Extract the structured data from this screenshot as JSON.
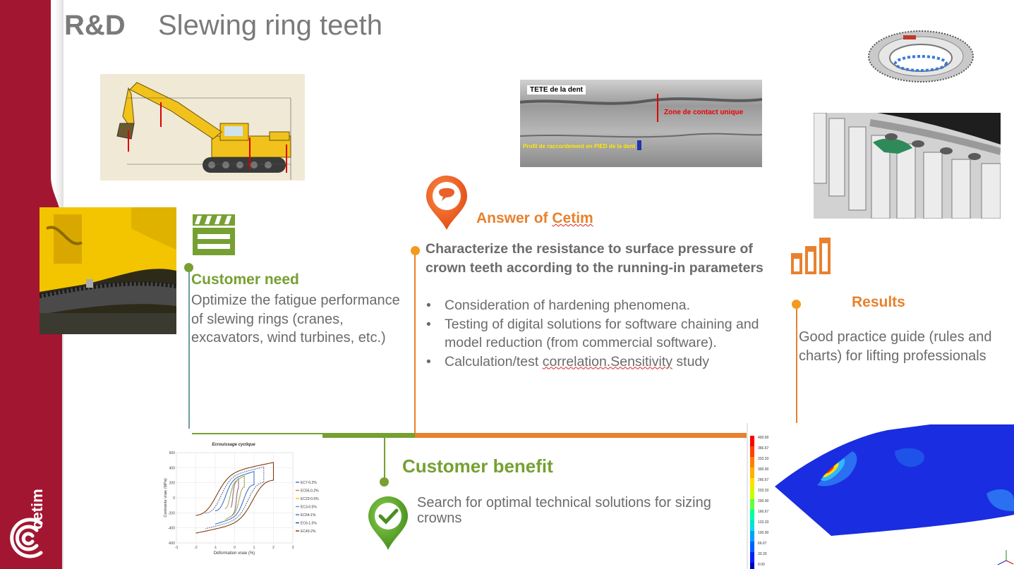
{
  "header": {
    "division": "R&D",
    "title": "Slewing ring teeth"
  },
  "brand": {
    "name": "cetim",
    "color": "#a31631"
  },
  "colors": {
    "green": "#76a032",
    "orange": "#e8812e",
    "grey_text": "#6b6b6b"
  },
  "customer_need": {
    "icon": "clapperboard-icon",
    "heading": "Customer need",
    "text": "Optimize the fatigue performance of slewing rings (cranes, excavators, wind turbines, etc.)"
  },
  "answer": {
    "icon": "speech-pin-icon",
    "heading_prefix": "Answer of ",
    "heading_brand": "Cetim",
    "lead": "Characterize the resistance to surface pressure of crown teeth according to the running-in parameters",
    "bullets": [
      "Consideration of hardening phenomena.",
      "Testing of digital solutions for software chaining and model reduction (from commercial software).",
      "Calculation/test "
    ],
    "bullet3_wavy": "correlation.Sensitivity",
    "bullet3_tail": " study"
  },
  "results": {
    "icon": "bar-chart-icon",
    "heading": "Results",
    "text": "Good practice guide (rules and charts) for lifting professionals"
  },
  "customer_benefit": {
    "icon": "check-pin-icon",
    "heading": "Customer benefit",
    "text": "Search for optimal technical solutions for sizing crowns"
  },
  "tooth_photo": {
    "label_top": "TETE de la dent",
    "label_zone": "Zone de contact unique",
    "label_bottom": "Profil de raccordement en PIED de la dent"
  },
  "chart_data": {
    "type": "line",
    "title": "Ecrouissage cyclique",
    "xlabel": "Déformation vraie (%)",
    "ylabel": "Contrainte vraie (MPa)",
    "xlim": [
      -3,
      3
    ],
    "ylim": [
      -600,
      600
    ],
    "x_ticks": [
      "-3",
      "-2",
      "-1",
      "0",
      "1",
      "2",
      "3"
    ],
    "y_ticks": [
      "600",
      "400",
      "200",
      "0",
      "-200",
      "-400",
      "-600"
    ],
    "legend_position": "right",
    "series": [
      {
        "name": "EC7-0.2%",
        "color": "#4472c4",
        "amplitude": 0.2
      },
      {
        "name": "EC55-0.2%",
        "color": "#ed7d31",
        "amplitude": 0.2
      },
      {
        "name": "EC23-0.5%",
        "color": "#ffc000",
        "amplitude": 0.5
      },
      {
        "name": "EC3-0.5%",
        "color": "#5b9bd5",
        "amplitude": 0.5
      },
      {
        "name": "EC54-1%",
        "color": "#4472c4",
        "amplitude": 1.0
      },
      {
        "name": "EC6-1.5%",
        "color": "#2f5597",
        "amplitude": 1.5
      },
      {
        "name": "EC43-2%",
        "color": "#843c0c",
        "amplitude": 2.0
      }
    ]
  },
  "fem_legend": {
    "values": [
      "400.00",
      "366.67",
      "333.33",
      "300.00",
      "266.67",
      "233.33",
      "200.00",
      "166.67",
      "133.33",
      "100.00",
      "66.67",
      "33.33",
      "0.00"
    ],
    "colors": [
      "#ff0000",
      "#ff4000",
      "#ff8000",
      "#ffb000",
      "#ffe000",
      "#c8ff00",
      "#60ff40",
      "#00ffa0",
      "#00e0e0",
      "#00a0ff",
      "#0060ff",
      "#0020ff",
      "#0000c0"
    ]
  }
}
